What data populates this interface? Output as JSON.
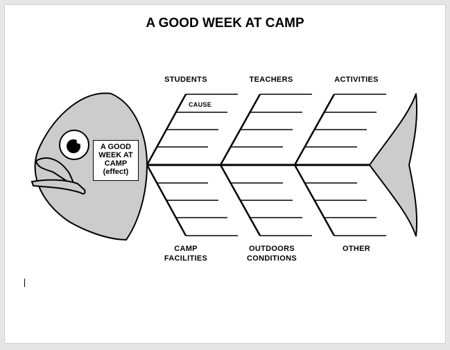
{
  "diagram": {
    "title": "A GOOD WEEK AT CAMP",
    "effect_lines": [
      "A GOOD",
      "WEEK AT",
      "CAMP",
      "(effect)"
    ],
    "cause_label": "CAUSE",
    "categories_top": [
      "STUDENTS",
      "TEACHERS",
      "ACTIVITIES"
    ],
    "categories_bottom": [
      [
        "CAMP",
        "FACILITIES"
      ],
      [
        "OUTDOORS",
        "CONDITIONS"
      ],
      [
        "OTHER"
      ]
    ]
  },
  "colors": {
    "fish_fill": "#cccccc",
    "line": "#000000"
  }
}
